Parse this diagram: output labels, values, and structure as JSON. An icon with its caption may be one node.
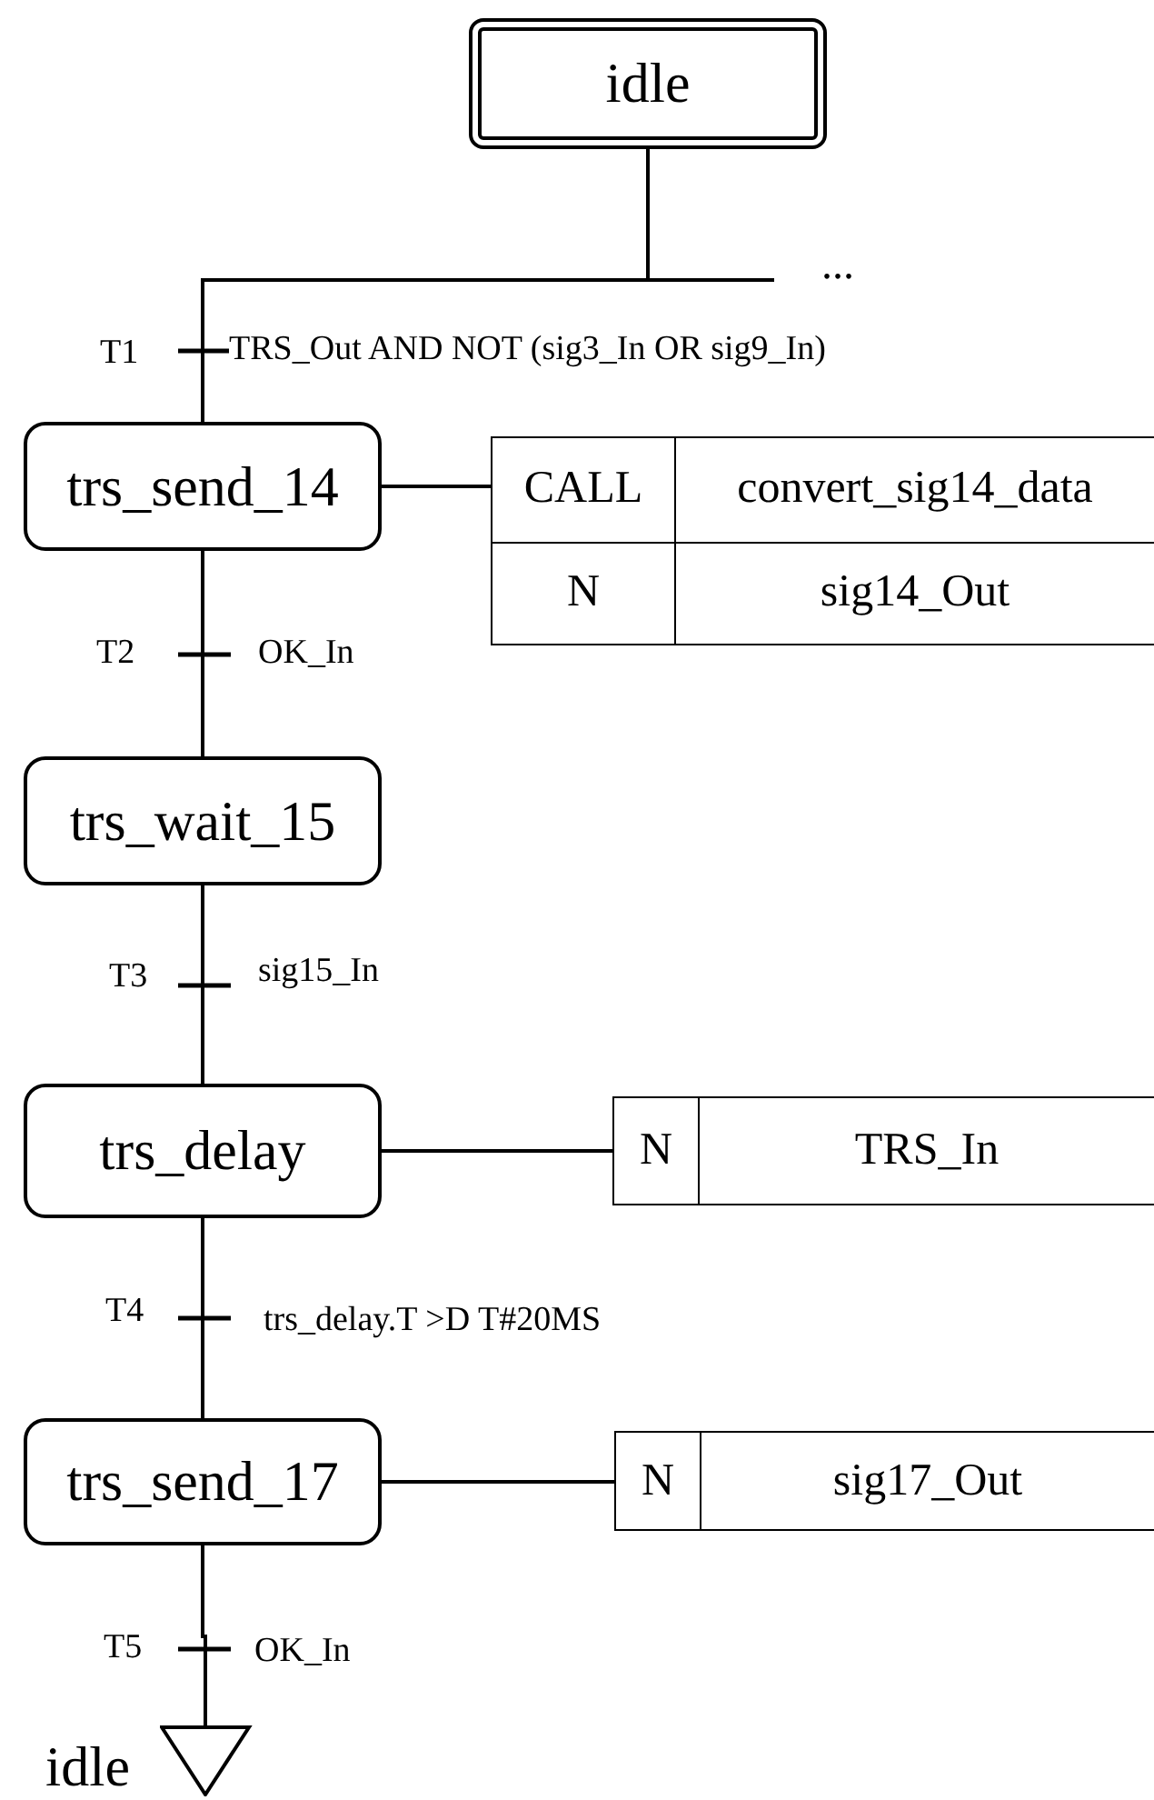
{
  "diagram": {
    "nodes": [
      {
        "text": [
          "idle"
        ]
      },
      {
        "text": [
          "trs_send_14"
        ]
      },
      {
        "text": [
          "CALL",
          "convert_sig14_data",
          "N",
          "sig14_Out"
        ]
      },
      {
        "text": [
          "trs_wait_15"
        ]
      },
      {
        "text": [
          "trs_delay"
        ]
      },
      {
        "text": [
          "N",
          "TRS_In"
        ]
      },
      {
        "text": [
          "trs_send_17"
        ]
      },
      {
        "text": [
          "N",
          "sig17_Out"
        ]
      },
      {
        "text": [
          "idle"
        ]
      }
    ],
    "edges": [
      {
        "from": 0,
        "to": 1,
        "arrow": "none",
        "label": "TRS_Out AND NOT (sig3_In OR sig9_In)"
      },
      {
        "from": 0,
        "to": null,
        "arrow": "none"
      },
      {
        "from": 1,
        "to": 2,
        "arrow": "none"
      },
      {
        "from": 1,
        "to": 3,
        "arrow": "none",
        "label": "OK_In"
      },
      {
        "from": 3,
        "to": 4,
        "arrow": "none",
        "label": "sig15_In"
      },
      {
        "from": 4,
        "to": 5,
        "arrow": "none"
      },
      {
        "from": 4,
        "to": 6,
        "arrow": "none",
        "label": "trs_delay.T >D T#20MS"
      },
      {
        "from": 6,
        "to": 7,
        "arrow": "none"
      },
      {
        "from": 6,
        "to": 8,
        "arrow": "none",
        "label": "OK_In"
      }
    ],
    "labels": [
      "...",
      "T1",
      "T2",
      "T3",
      "T4",
      "T5"
    ]
  }
}
